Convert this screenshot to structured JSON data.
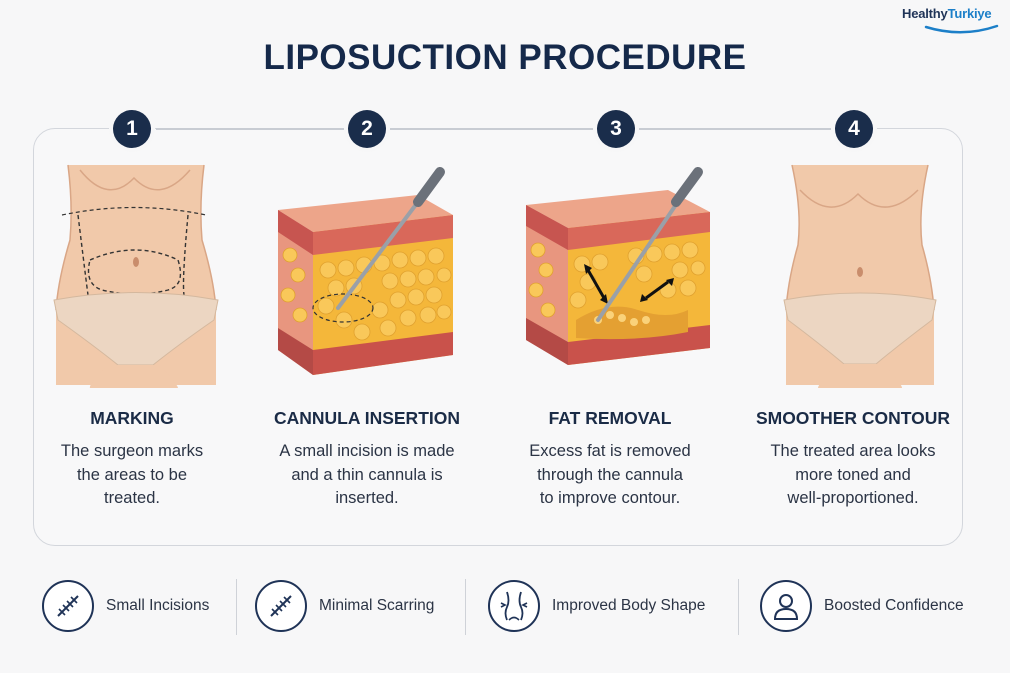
{
  "brand": {
    "part1": "Healthy",
    "part2": "Turkiye"
  },
  "title": "LIPOSUCTION PROCEDURE",
  "steps": [
    {
      "number": "1",
      "title": "MARKING",
      "desc": [
        "The surgeon marks",
        "the areas to be",
        "treated."
      ]
    },
    {
      "number": "2",
      "title": "CANNULA INSERTION",
      "desc": [
        "A small incision is made",
        "and a thin cannula is",
        "inserted."
      ]
    },
    {
      "number": "3",
      "title": "FAT REMOVAL",
      "desc": [
        "Excess fat is removed",
        "through the cannula",
        "to improve contour."
      ]
    },
    {
      "number": "4",
      "title": "SMOOTHER CONTOUR",
      "desc": [
        "The treated area looks",
        "more toned and",
        "well-proportioned."
      ]
    }
  ],
  "features": [
    {
      "label": "Small Incisions",
      "icon": "stitches-icon"
    },
    {
      "label": "Minimal Scarring",
      "icon": "scar-icon"
    },
    {
      "label": "Improved Body Shape",
      "icon": "body-shape-icon"
    },
    {
      "label": "Boosted Confidence",
      "icon": "person-icon"
    }
  ],
  "colors": {
    "navy": "#1a2d4b",
    "skin": "#f1c9aa",
    "fat": "#f4b73a",
    "muscle": "#c9524b",
    "underwear": "#ecd6c2"
  }
}
